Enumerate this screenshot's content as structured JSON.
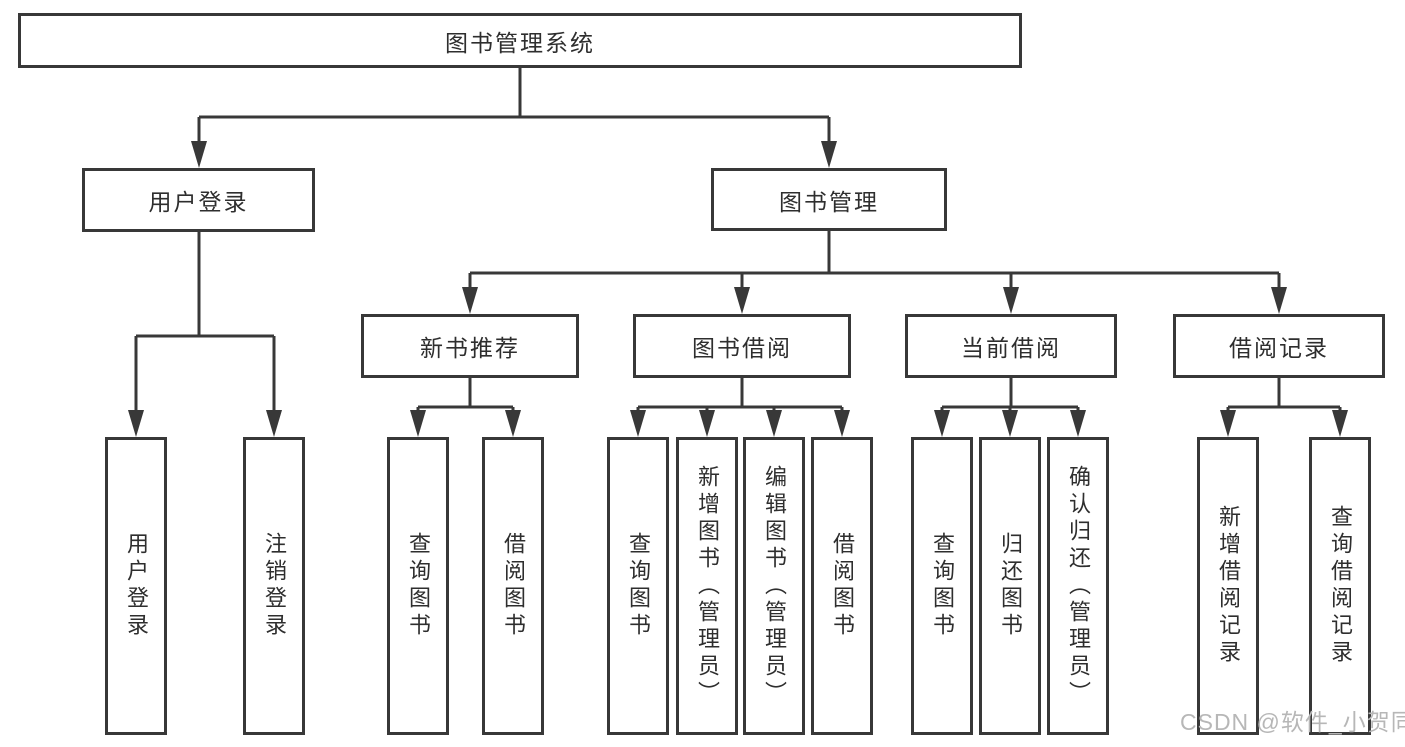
{
  "tree": {
    "root": {
      "label": "图书管理系统",
      "children": [
        {
          "label": "用户登录",
          "children": [
            {
              "label": "用户登录"
            },
            {
              "label": "注销登录"
            }
          ]
        },
        {
          "label": "图书管理",
          "children": [
            {
              "label": "新书推荐",
              "children": [
                {
                  "label": "查询图书"
                },
                {
                  "label": "借阅图书"
                }
              ]
            },
            {
              "label": "图书借阅",
              "children": [
                {
                  "label": "查询图书"
                },
                {
                  "label": "新增图书（管理员）"
                },
                {
                  "label": "编辑图书（管理员）"
                },
                {
                  "label": "借阅图书"
                }
              ]
            },
            {
              "label": "当前借阅",
              "children": [
                {
                  "label": "查询图书"
                },
                {
                  "label": "归还图书"
                },
                {
                  "label": "确认归还（管理员）"
                }
              ]
            },
            {
              "label": "借阅记录",
              "children": [
                {
                  "label": "新增借阅记录"
                },
                {
                  "label": "查询借阅记录"
                }
              ]
            }
          ]
        }
      ]
    }
  },
  "watermark": {
    "text": "CSDN @软件_小贺同学"
  },
  "colors": {
    "line": "#383838",
    "box_border": "#383838",
    "text": "#2e2e2e",
    "watermark": "#b7b7b7",
    "background": "#ffffff"
  }
}
